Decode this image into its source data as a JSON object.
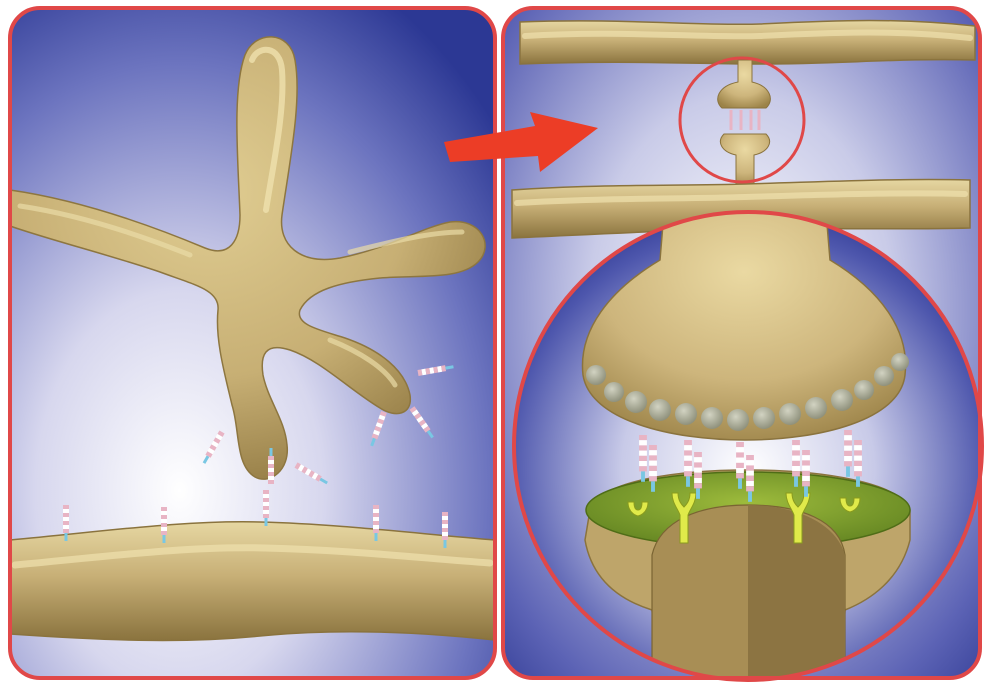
{
  "figure": {
    "panels": [
      {
        "id": "left",
        "content": "neuron-branching-toward-dendrite"
      },
      {
        "id": "right",
        "content": "synapse-with-magnified-cleft"
      }
    ],
    "colors": {
      "frame": "#e04848",
      "arrow": "#ec3d26",
      "background_dark": "#2e3a96",
      "background_light": "#ffffff",
      "neuron": "#c9b278",
      "neuron_dark": "#8e7640",
      "neuron_light": "#e8d9a4",
      "vesicle": "#a7a994",
      "postsynaptic_membrane": "#7fa22c",
      "receptor": "#e0ea4a",
      "adhesion_pink": "#e8b4c4",
      "adhesion_blue": "#79c7e3"
    },
    "icons": [
      "right-arrow-icon",
      "magnify-circle"
    ]
  }
}
